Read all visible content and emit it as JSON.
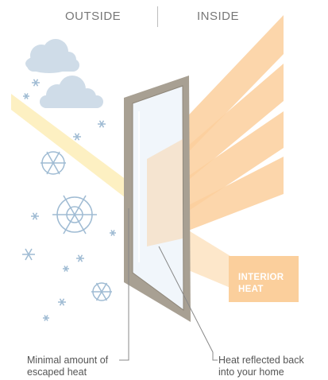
{
  "header": {
    "outside": "OUTSIDE",
    "inside": "INSIDE"
  },
  "interior_box": {
    "line1": "INTERIOR",
    "line2": "HEAT",
    "color": "#fbcf9c"
  },
  "captions": {
    "left_line1": "Minimal amount of",
    "left_line2": "escaped heat",
    "right_line1": "Heat reflected back",
    "right_line2": "into your home"
  },
  "colors": {
    "sun_beam": "#fdf0c2",
    "interior_rays": "#fbcf9c",
    "window_frame": "#a8a093",
    "glass": "#f1f6fb",
    "clouds": "#cfdce8",
    "snow": "#9fbbd3",
    "label_text": "#777777"
  },
  "icons": [
    "cloud-icon",
    "snowflake-icon"
  ]
}
